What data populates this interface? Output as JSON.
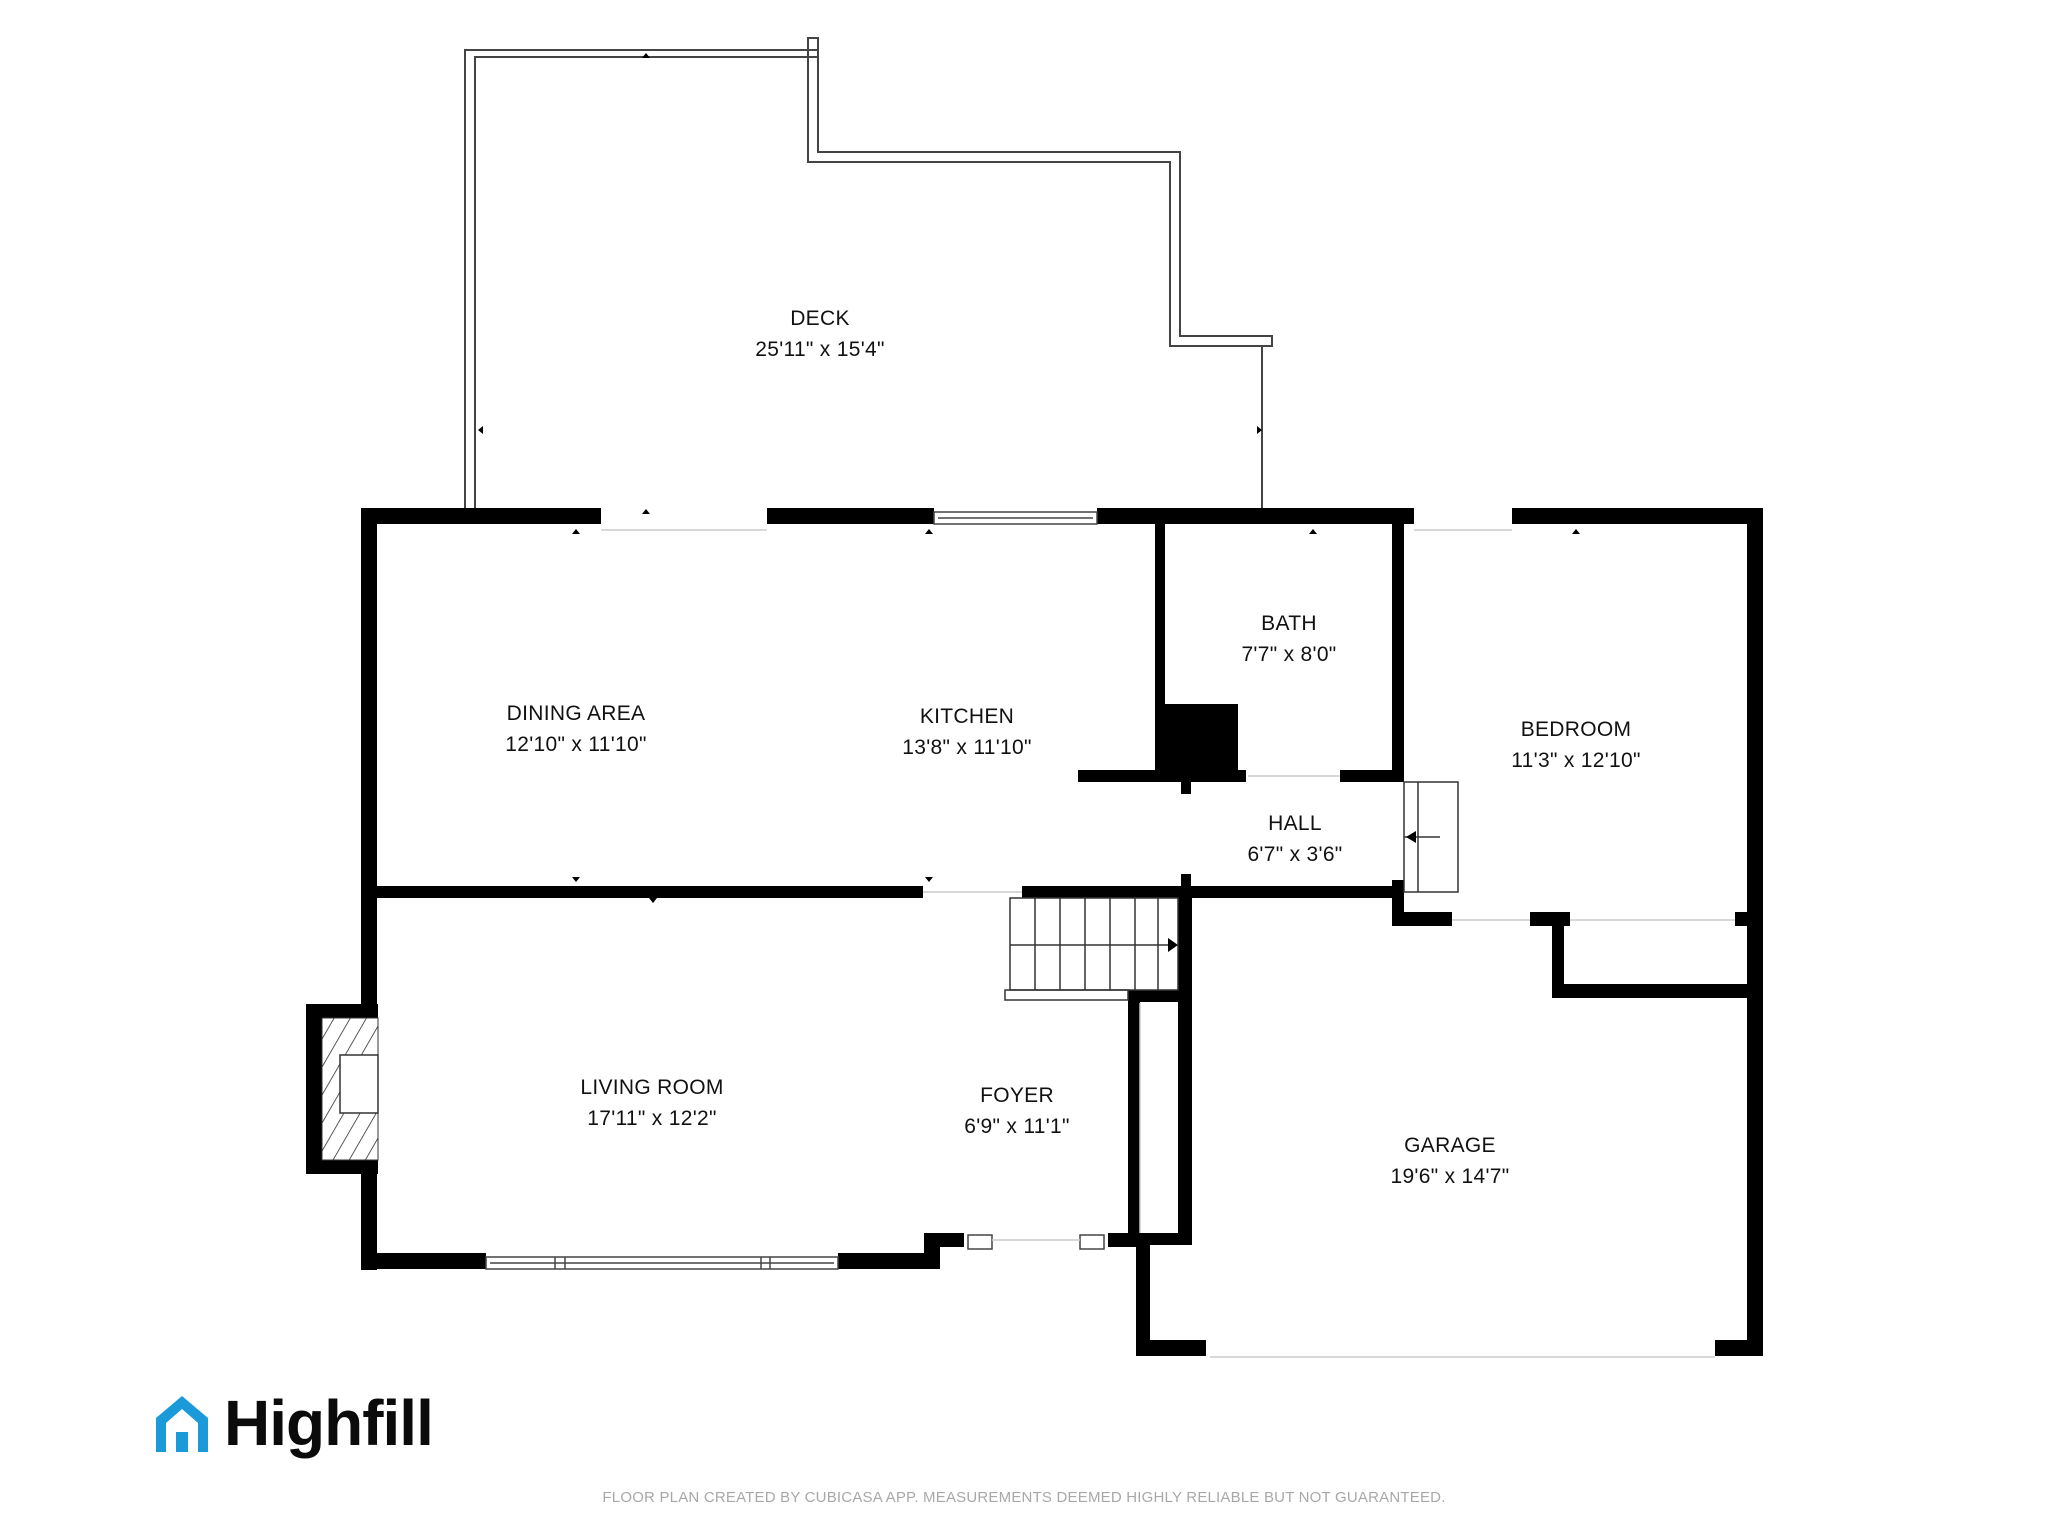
{
  "brand": {
    "name": "Highfill",
    "color": "#1a9ad9",
    "icon": "house-icon"
  },
  "footer": {
    "disclaimer": "FLOOR PLAN CREATED BY CUBICASA APP. MEASUREMENTS DEEMED HIGHLY RELIABLE BUT NOT GUARANTEED."
  },
  "rooms": {
    "deck": {
      "name": "DECK",
      "dims": "25'11\" x 15'4\""
    },
    "dining": {
      "name": "DINING AREA",
      "dims": "12'10\" x 11'10\""
    },
    "kitchen": {
      "name": "KITCHEN",
      "dims": "13'8\" x 11'10\""
    },
    "bath": {
      "name": "BATH",
      "dims": "7'7\" x 8'0\""
    },
    "bedroom": {
      "name": "BEDROOM",
      "dims": "11'3\" x 12'10\""
    },
    "hall": {
      "name": "HALL",
      "dims": "6'7\" x 3'6\""
    },
    "living": {
      "name": "LIVING ROOM",
      "dims": "17'11\" x 12'2\""
    },
    "foyer": {
      "name": "FOYER",
      "dims": "6'9\" x 11'1\""
    },
    "garage": {
      "name": "GARAGE",
      "dims": "19'6\" x 14'7\""
    }
  },
  "colors": {
    "wall": "#000000",
    "background": "#ffffff",
    "footer_text": "#a8a8a8"
  }
}
